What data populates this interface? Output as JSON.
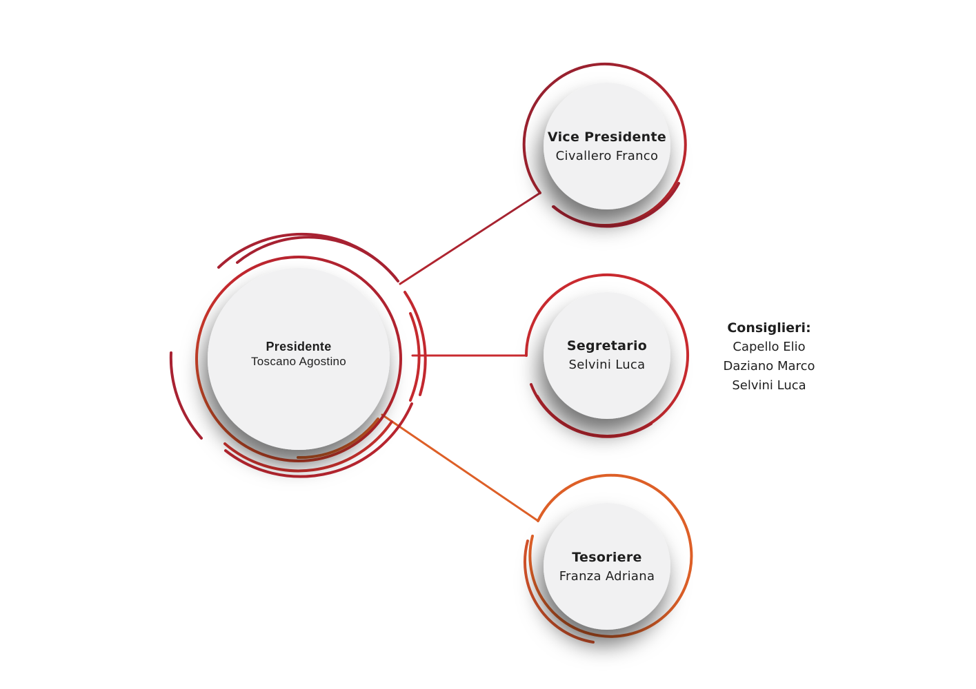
{
  "nodes": {
    "presidente": {
      "role": "Presidente",
      "name": "Toscano Agostino"
    },
    "vice_presidente": {
      "role": "Vice Presidente",
      "name": "Civallero Franco"
    },
    "segretario": {
      "role": "Segretario",
      "name": "Selvini Luca"
    },
    "tesoriere": {
      "role": "Tesoriere",
      "name": "Franza Adriana"
    }
  },
  "consiglieri": {
    "title": "Consiglieri:",
    "members": [
      "Capello Elio",
      "Daziano Marco",
      "Selvini Luca"
    ]
  },
  "colors": {
    "dark_red": "#9e2130",
    "red": "#c92a2f",
    "orange": "#dd5f27",
    "circle_fill": "#f1f1f2"
  }
}
